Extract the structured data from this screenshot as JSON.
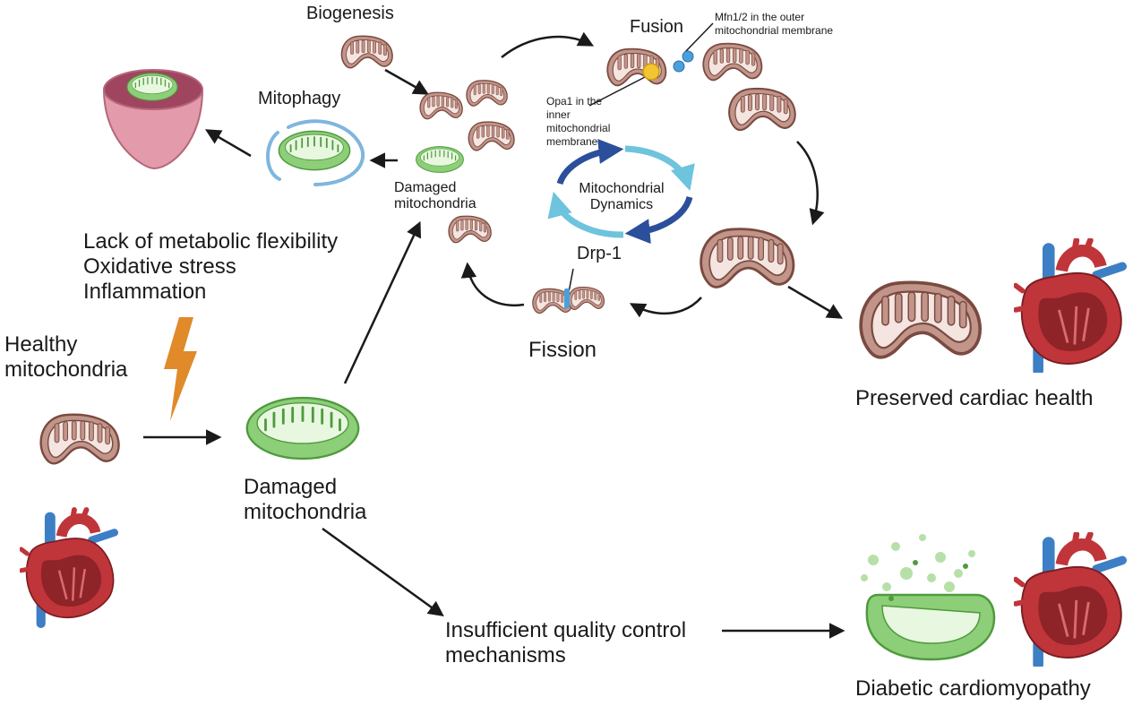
{
  "labels": {
    "biogenesis": "Biogenesis",
    "fusion": "Fusion",
    "mfn": "Mfn1/2 in the outer mitochondrial membrane",
    "opa1": "Opa1 in the inner mitochondrial membrane",
    "mitophagy": "Mitophagy",
    "damaged_top": "Damaged mitochondria",
    "dynamics": "Mitochondrial Dynamics",
    "drp1": "Drp-1",
    "fission": "Fission",
    "stressors": [
      "Lack of metabolic flexibility",
      "Oxidative stress",
      "Inflammation"
    ],
    "healthy": "Healthy mitochondria",
    "damaged_center": "Damaged mitochondria",
    "insufficient": "Insufficient quality control mechanisms",
    "preserved": "Preserved cardiac health",
    "diabetic": "Diabetic cardiomyopathy"
  },
  "colors": {
    "healthy_fill": "#c2958b",
    "healthy_stroke": "#7a4a40",
    "healthy_inner": "#f5e5e1",
    "damaged_fill": "#8ccf78",
    "damaged_stroke": "#4f9a3f",
    "damaged_inner": "#e8f7df",
    "arrow": "#1a1a1a",
    "lightning": "#e08a2a",
    "cycle_dark": "#2b4f9a",
    "cycle_light": "#6ec3dd",
    "lysosome": "#e39aaa",
    "heart_red": "#c0353a",
    "heart_blue": "#3d7fc4"
  }
}
